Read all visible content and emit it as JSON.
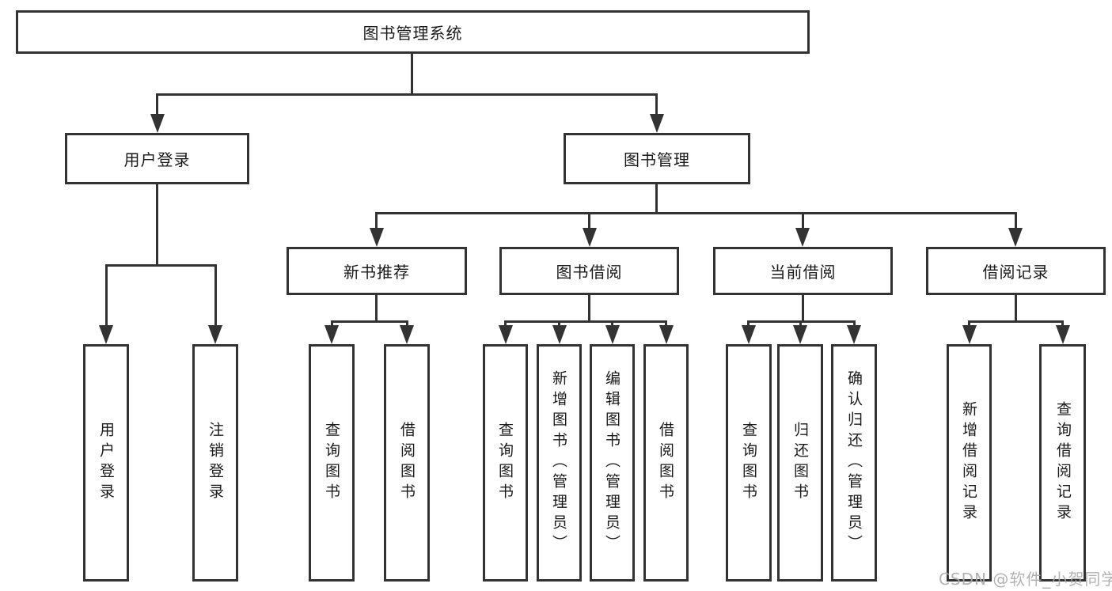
{
  "tree": {
    "root": {
      "label": "图书管理系统"
    },
    "branches": [
      {
        "label": "用户登录",
        "children": [
          {
            "label": "用户登录"
          },
          {
            "label": "注销登录"
          }
        ]
      },
      {
        "label": "图书管理",
        "children": [
          {
            "label": "新书推荐",
            "children": [
              {
                "label": "查询图书"
              },
              {
                "label": "借阅图书"
              }
            ]
          },
          {
            "label": "图书借阅",
            "children": [
              {
                "label": "查询图书"
              },
              {
                "label": "新增图书（管理员）"
              },
              {
                "label": "编辑图书（管理员）"
              },
              {
                "label": "借阅图书"
              }
            ]
          },
          {
            "label": "当前借阅",
            "children": [
              {
                "label": "查询图书"
              },
              {
                "label": "归还图书"
              },
              {
                "label": "确认归还（管理员）"
              }
            ]
          },
          {
            "label": "借阅记录",
            "children": [
              {
                "label": "新增借阅记录"
              },
              {
                "label": "查询借阅记录"
              }
            ]
          }
        ]
      }
    ]
  },
  "watermark": {
    "text": "CSDN @软件_小贺同学"
  },
  "colors": {
    "line": "#333333",
    "text": "#1a1a1a",
    "watermark": "#aaaaaa",
    "background": "#ffffff"
  }
}
